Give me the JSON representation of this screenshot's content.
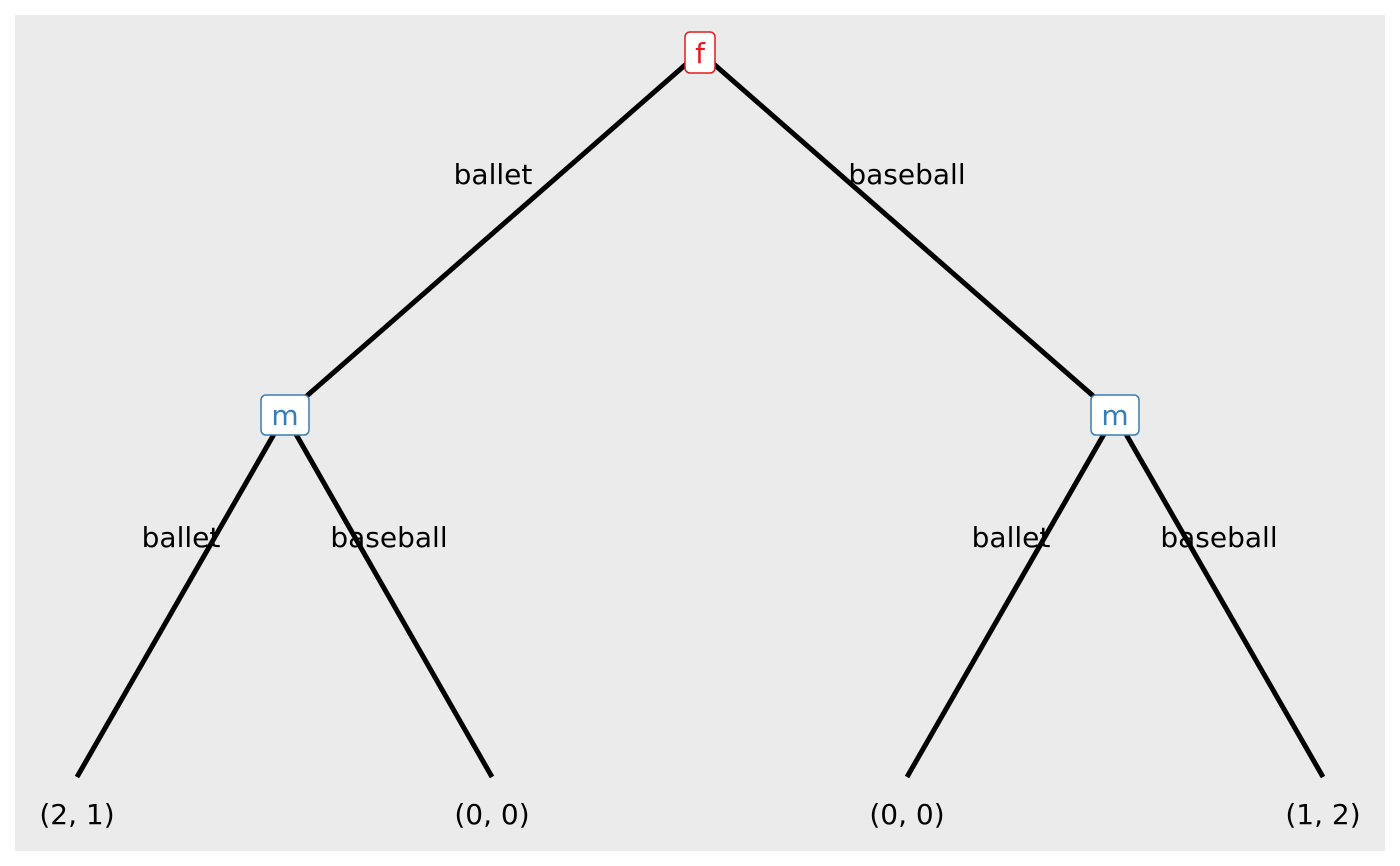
{
  "tree": {
    "background": "#ebebeb",
    "colors": {
      "player_f": "#e41a1c",
      "player_m": "#377eb8",
      "edge": "#000000"
    },
    "root": {
      "player": "f"
    },
    "root_moves": [
      "ballet",
      "baseball"
    ],
    "second_player": "m",
    "second_moves": [
      "ballet",
      "baseball"
    ],
    "payoffs": [
      "(2, 1)",
      "(0, 0)",
      "(0, 0)",
      "(1, 2)"
    ]
  }
}
